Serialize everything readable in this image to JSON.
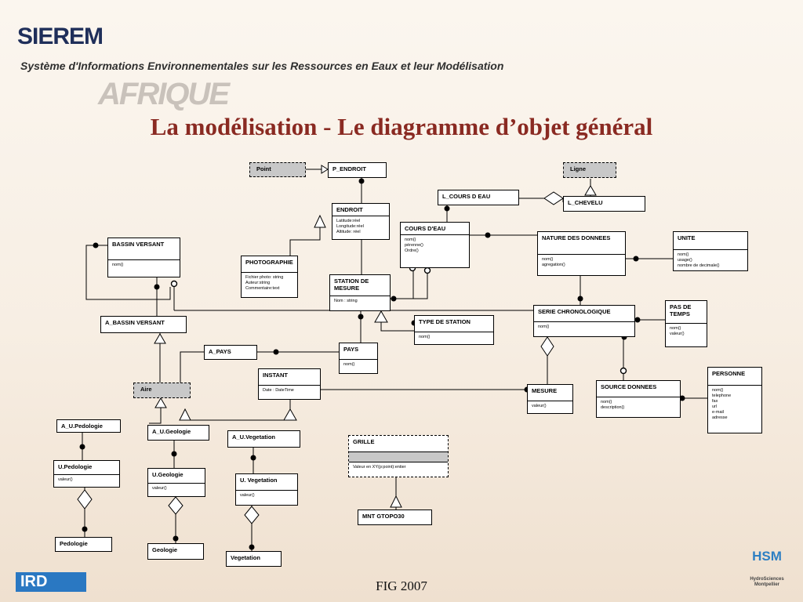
{
  "header": {
    "brand": "SIEREM",
    "subtitle": "Système d'Informations Environnementales sur les Ressources en Eaux et leur Modélisation",
    "watermark": "AFRIQUE"
  },
  "title": "La modélisation - Le diagramme d’objet général",
  "footer": "FIG 2007",
  "logos": {
    "ird": "IRD",
    "hsm": "HSM",
    "hsm_sub": "HydroSciences Montpellier"
  },
  "colors": {
    "title": "#8a2a22",
    "brand": "#1f2f5a",
    "ird": "#2a78c2"
  },
  "diagram": {
    "point": "Point",
    "ligne": "Ligne",
    "aire": "Aire",
    "p_endroit": "P_ENDROIT",
    "l_cours_d_eau": "L_COURS D EAU",
    "l_chevelu": "L_CHEVELU",
    "endroit": {
      "name": "ENDROIT",
      "attrs": [
        "Latitude:réel",
        "Longitude:réel",
        "Altitude: réel"
      ]
    },
    "cours_d_eau": {
      "name": "COURS D'EAU",
      "attrs": [
        "nom()",
        "pérenne()",
        "Ordre()"
      ]
    },
    "nature_donnees": {
      "name": "NATURE DES DONNEES",
      "attrs": [
        "nom()",
        "agregation()"
      ]
    },
    "unite": {
      "name": "UNITE",
      "attrs": [
        "nom()",
        "usage()",
        "nombre de decimale()"
      ]
    },
    "bassin_versant": {
      "name": "BASSIN VERSANT",
      "attrs": [
        "nom()"
      ]
    },
    "photographie": {
      "name": "PHOTOGRAPHIE",
      "attrs": [
        "Fichier photo: string",
        "Auteur:string",
        "Commentaire:text"
      ]
    },
    "station_mesure": {
      "name": "STATION DE MESURE",
      "attrs": [
        "Nom : string"
      ]
    },
    "a_bassin_versant": "A_BASSIN VERSANT",
    "type_station": {
      "name": "TYPE DE STATION",
      "attrs": [
        "nom()"
      ]
    },
    "serie_chrono": {
      "name": "SERIE CHRONOLOGIQUE",
      "attrs": [
        "nom()"
      ]
    },
    "pas_de_temps": {
      "name": "PAS DE TEMPS",
      "attrs": [
        "nom()",
        "valeur()"
      ]
    },
    "a_pays": "A_PAYS",
    "pays": {
      "name": "PAYS",
      "attrs": [
        "nom()"
      ]
    },
    "instant": {
      "name": "INSTANT",
      "attrs": [
        "Date : DateTime"
      ]
    },
    "personne": {
      "name": "PERSONNE",
      "attrs": [
        "nom()",
        "telephone",
        "fax",
        "url",
        "e-mail",
        "adresse"
      ]
    },
    "source_donnees": {
      "name": "SOURCE DONNEES",
      "attrs": [
        "nom()",
        "description()"
      ]
    },
    "mesure": {
      "name": "MESURE",
      "attrs": [
        "valeur()"
      ]
    },
    "a_u_pedologie": "A_U.Pedologie",
    "a_u_geologie": "A_U.Geologie",
    "a_u_vegetation": "A_U.Vegetation",
    "grille": {
      "name": "GRILLE",
      "attrs": [
        "Valeur en XY(p:point):entier"
      ]
    },
    "u_pedologie": {
      "name": "U.Pedologie",
      "attrs": [
        "valeur()"
      ]
    },
    "u_geologie": {
      "name": "U.Geologie",
      "attrs": [
        "valeur()"
      ]
    },
    "u_vegetation": {
      "name": "U. Vegetation",
      "attrs": [
        "valeur()"
      ]
    },
    "mnt_gtopo30": "MNT GTOPO30",
    "pedologie": "Pedologie",
    "geologie": "Geologie",
    "vegetation": "Vegetation"
  }
}
